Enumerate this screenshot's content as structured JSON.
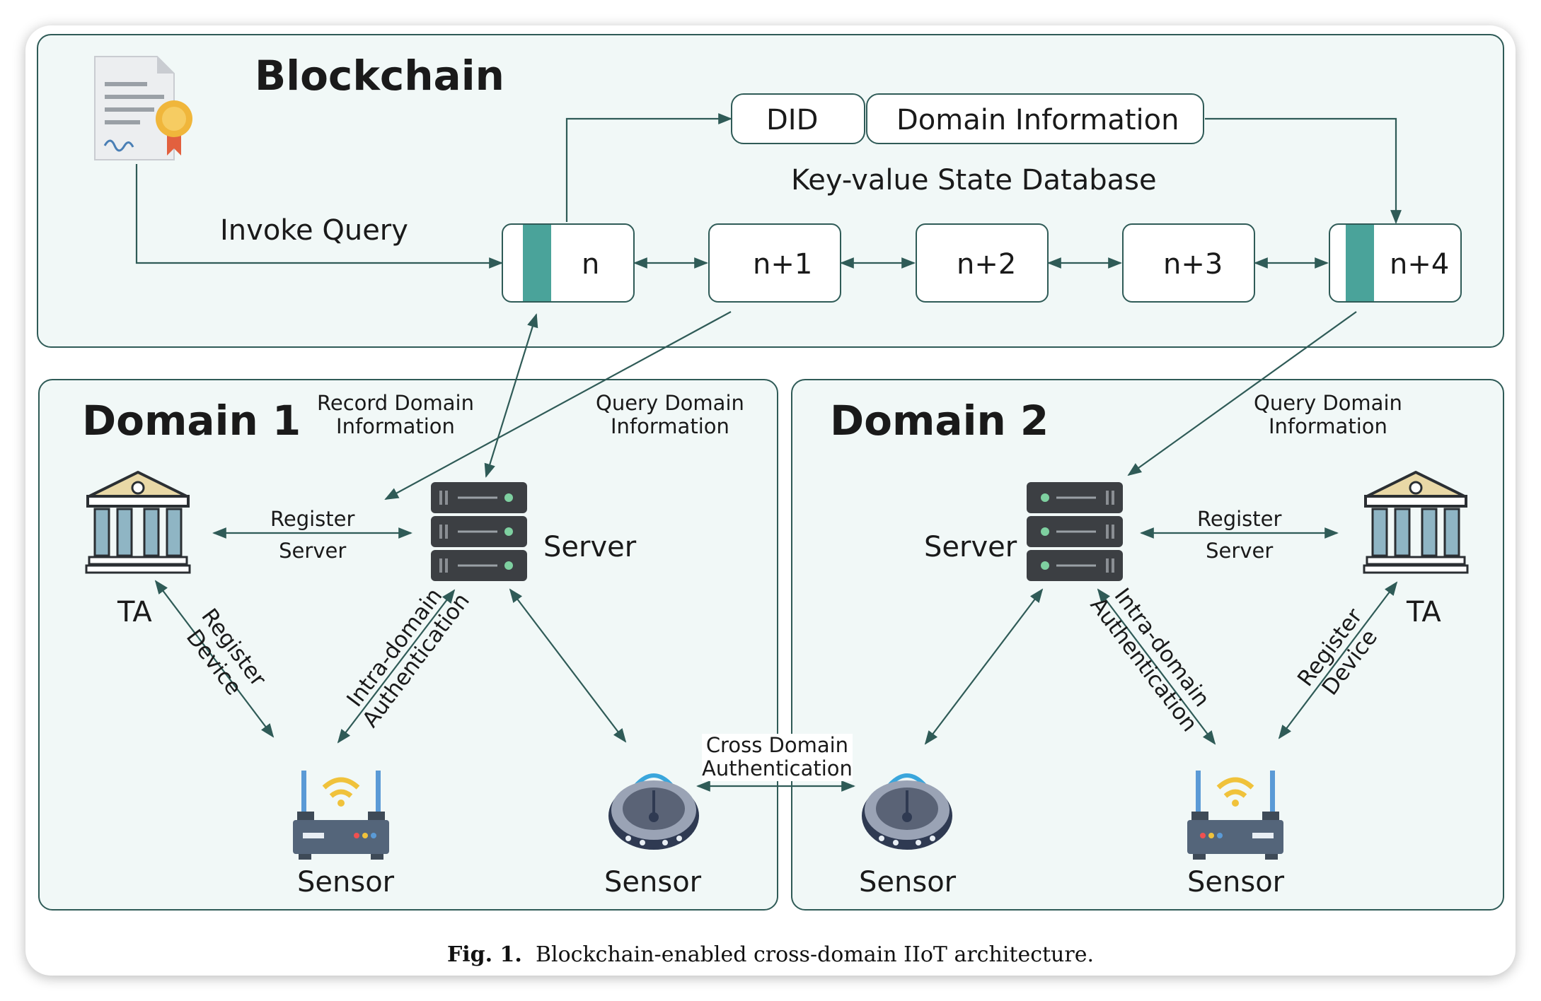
{
  "blockchain": {
    "title": "Blockchain",
    "invoke_query": "Invoke Query",
    "did": "DID",
    "domain_information": "Domain Information",
    "database_label": "Key-value State Database",
    "blocks": [
      "n",
      "n+1",
      "n+2",
      "n+3",
      "n+4"
    ]
  },
  "domain1": {
    "title": "Domain 1",
    "record_label": "Record Domain\nInformation",
    "query_label": "Query Domain\nInformation",
    "register_server": "Register\nServer",
    "ta_label": "TA",
    "server_label": "Server",
    "register_device": "Register\nDevice",
    "intra_auth": "Intra-domain\nAuthentication",
    "sensor_router": "Sensor",
    "sensor_hub": "Sensor"
  },
  "domain2": {
    "title": "Domain 2",
    "query_label": "Query Domain\nInformation",
    "register_server": "Register\nServer",
    "ta_label": "TA",
    "server_label": "Server",
    "register_device": "Register\nDevice",
    "intra_auth": "Intra-domain\nAuthentication",
    "sensor_hub": "Sensor",
    "sensor_router": "Sensor"
  },
  "cross_domain": "Cross Domain\nAuthentication",
  "caption": {
    "prefix": "Fig. 1.",
    "text": "Blockchain-enabled cross-domain IIoT architecture."
  },
  "colors": {
    "panel_fill": "#f1f8f7",
    "line": "#2f5b57",
    "block_accent": "#4aa39a",
    "server_body": "#3c3f43",
    "column": "#8fb5c4",
    "roof": "#e9d8a6"
  }
}
